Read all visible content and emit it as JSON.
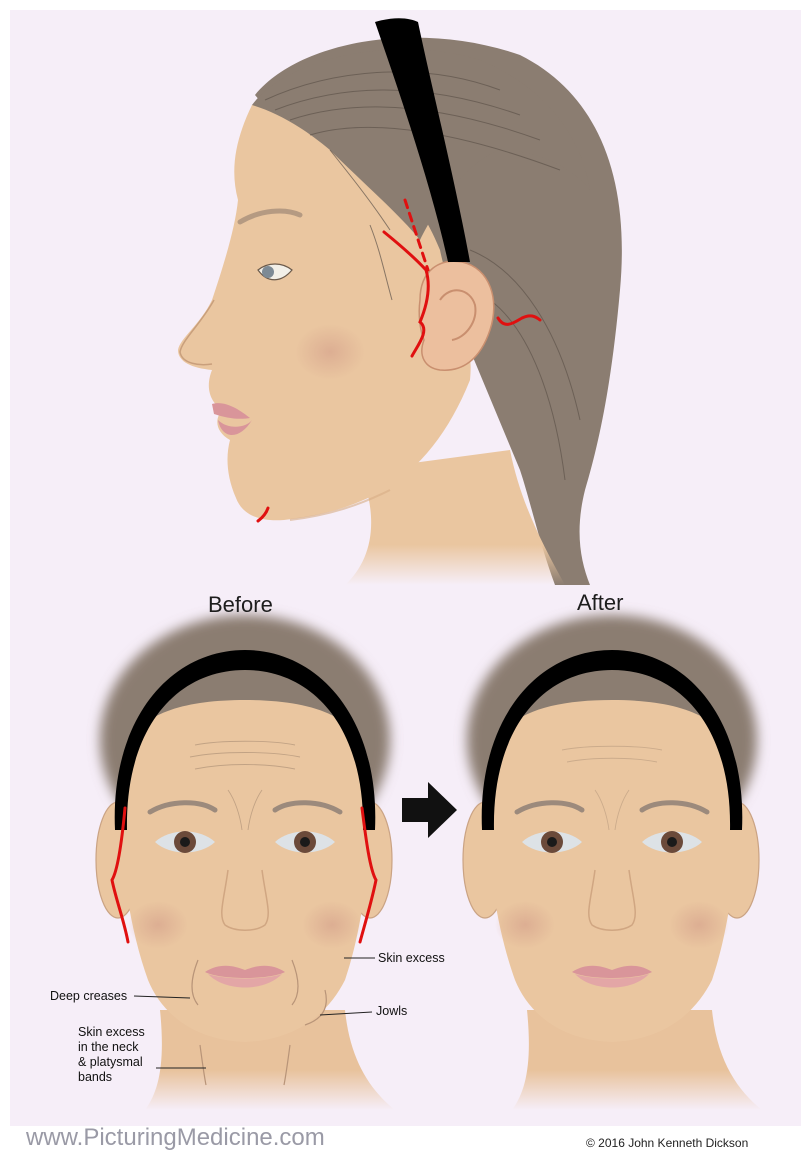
{
  "labels": {
    "before": "Before",
    "after": "After",
    "skin_excess": "Skin excess",
    "jowls": "Jowls",
    "deep_creases": "Deep creases",
    "neck_line1": "Skin excess",
    "neck_line2": "in the neck",
    "neck_line3": "& platysmal",
    "neck_line4": "bands"
  },
  "footer": {
    "website": "www.PicturingMedicine.com",
    "copyright": "© 2016 John Kenneth Dickson"
  },
  "colors": {
    "background": "#f6eef8",
    "skin": "#eac6a0",
    "hair": "#8b7d71",
    "headband": "#000000",
    "incision": "#e01010",
    "lips": "#d9959a"
  }
}
